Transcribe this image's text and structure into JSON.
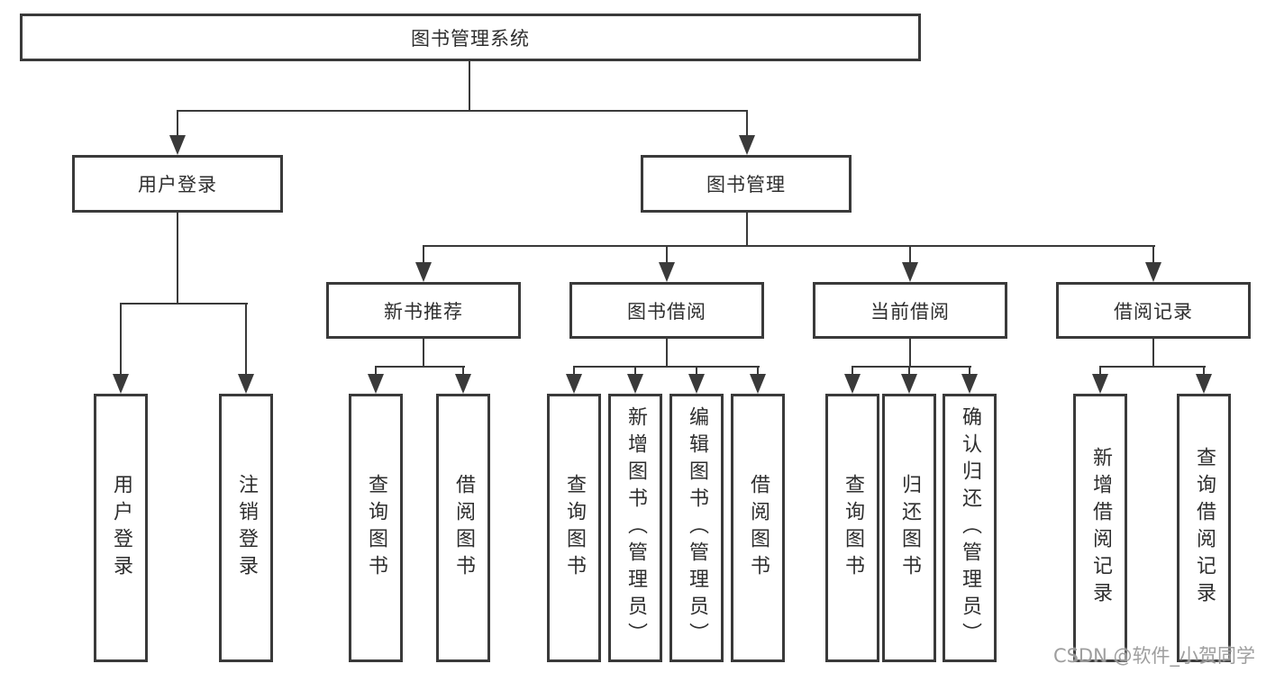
{
  "diagram": {
    "root": {
      "label": "图书管理系统"
    },
    "level2": [
      {
        "label": "用户登录"
      },
      {
        "label": "图书管理"
      }
    ],
    "level3": [
      {
        "label": "新书推荐"
      },
      {
        "label": "图书借阅"
      },
      {
        "label": "当前借阅"
      },
      {
        "label": "借阅记录"
      }
    ],
    "leaves": [
      {
        "label": "用户登录"
      },
      {
        "label": "注销登录"
      },
      {
        "label": "查询图书"
      },
      {
        "label": "借阅图书"
      },
      {
        "label": "查询图书"
      },
      {
        "label": "新增图书（管理员）"
      },
      {
        "label": "编辑图书（管理员）"
      },
      {
        "label": "借阅图书"
      },
      {
        "label": "查询图书"
      },
      {
        "label": "归还图书"
      },
      {
        "label": "确认归还（管理员）"
      },
      {
        "label": "新增借阅记录"
      },
      {
        "label": "查询借阅记录"
      }
    ],
    "watermark": "CSDN @软件_小贺同学",
    "colors": {
      "line": "#3a3a3a",
      "box_border": "#3a3a3a",
      "box_bg": "#ffffff",
      "text": "#2e2e2e",
      "watermark": "#949494"
    }
  }
}
